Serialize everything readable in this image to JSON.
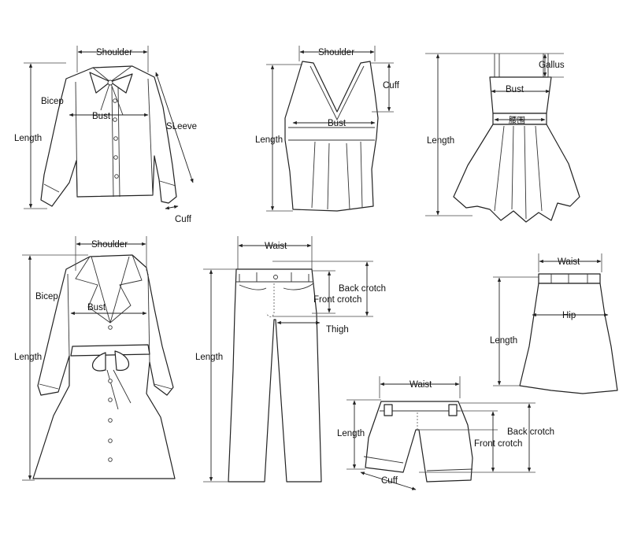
{
  "shirt": {
    "shoulder": "Shoulder",
    "bicep": "Bicep",
    "bust": "Bust",
    "sleeve": "SLeeve",
    "length": "Length",
    "cuff": "Cuff"
  },
  "vest": {
    "shoulder": "Shoulder",
    "cuff": "Cuff",
    "bust": "Bust",
    "length": "Length"
  },
  "dress": {
    "gallus": "Gallus",
    "bust": "Bust",
    "waist_cn": "腰围",
    "length": "Length"
  },
  "coat": {
    "shoulder": "Shoulder",
    "bicep": "Bicep",
    "bust": "Bust",
    "length": "Length"
  },
  "pants": {
    "waist": "Waist",
    "back_crotch": "Back crotch",
    "front_crotch": "Front crotch",
    "thigh": "Thigh",
    "length": "Length"
  },
  "skirt": {
    "waist": "Waist",
    "hip": "Hip",
    "length": "Length"
  },
  "shorts": {
    "waist": "Waist",
    "length": "Length",
    "back_crotch": "Back crotch",
    "front_crotch": "Front crotch",
    "cuff": "Cuff"
  }
}
